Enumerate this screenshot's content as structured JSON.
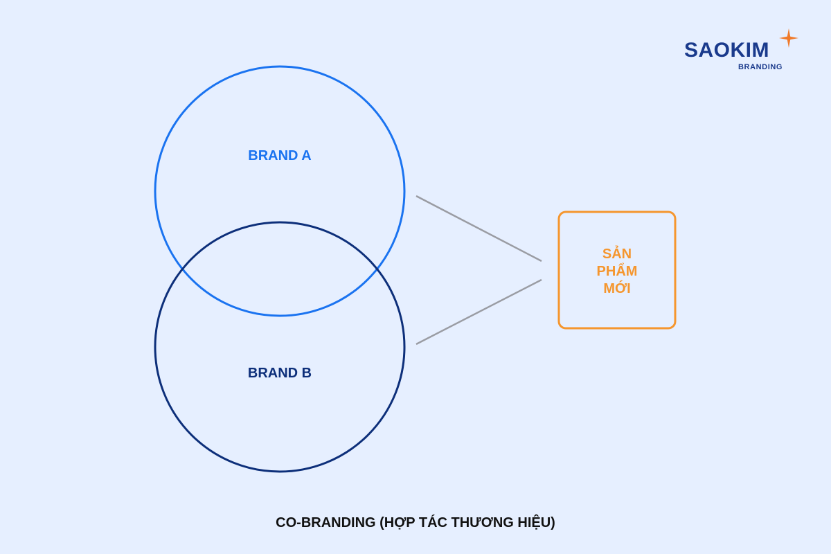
{
  "logo": {
    "wordmark": "SAOKIM",
    "tagline": "BRANDING"
  },
  "diagram": {
    "circle_a": {
      "label": "BRAND A",
      "color": "#1a73f0"
    },
    "circle_b": {
      "label": "BRAND B",
      "color": "#0d2f7a"
    },
    "result_box": {
      "lines": [
        "SẢN",
        "PHẨM",
        "MỚI"
      ],
      "color": "#f5962e"
    },
    "connector_color": "#9a9ca3",
    "caption": "CO-BRANDING (HỢP TÁC THƯƠNG HIỆU)"
  }
}
